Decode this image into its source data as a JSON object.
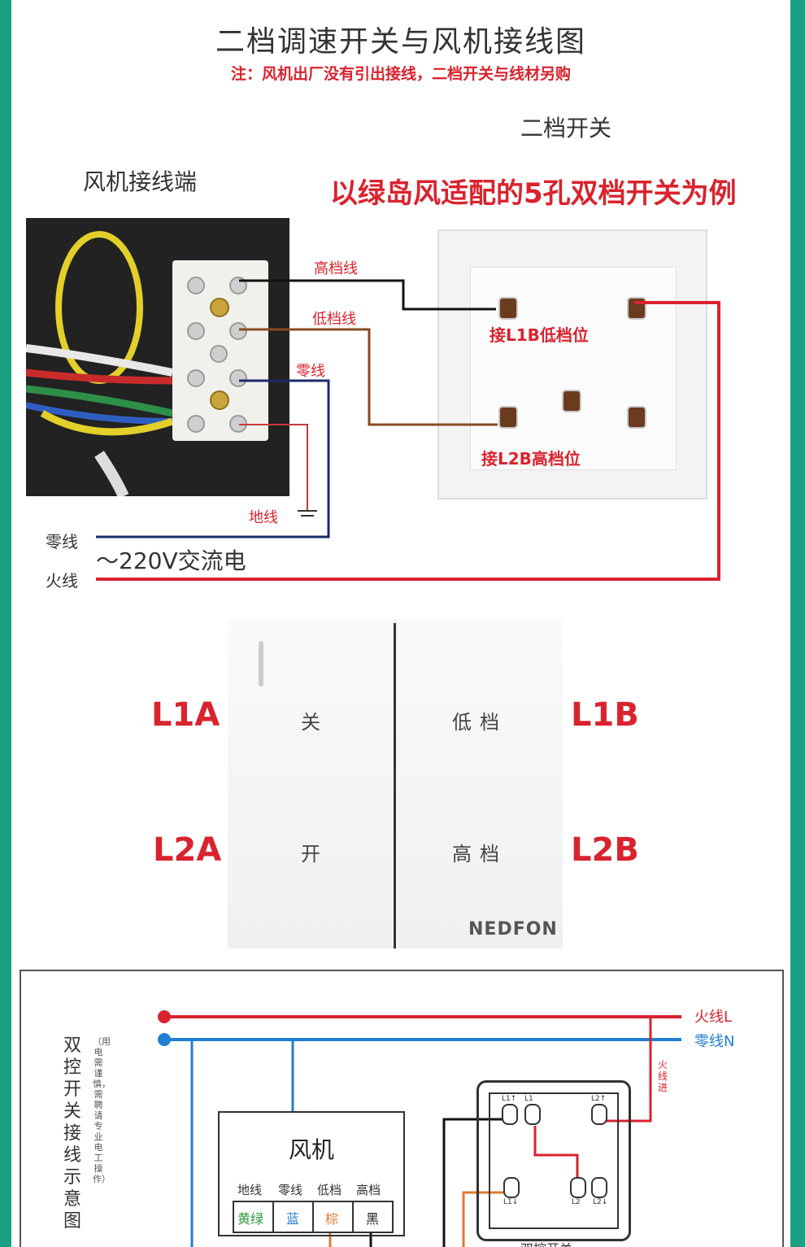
{
  "title": "二档调速开关与风机接线图",
  "note": "注：风机出厂没有引出接线，二档开关与线材另购",
  "labels": {
    "switch": "二档开关",
    "fan_terminal": "风机接线端",
    "example": "以绿岛风适配的5孔双档开关为例",
    "high_wire": "高档线",
    "low_wire": "低档线",
    "neutral_wire": "零线",
    "ground_wire": "地线",
    "neutral": "零线",
    "live": "火线",
    "ac": "～220V交流电",
    "l1b_low": "接L1B低档位",
    "l2b_high": "接L2B高档位"
  },
  "switch_panel": {
    "l1a": "L1A",
    "l2a": "L2A",
    "l1b": "L1B",
    "l2b": "L2B",
    "off": "关",
    "on": "开",
    "low": "低档",
    "high": "高档",
    "brand": "NEDFON"
  },
  "diagram": {
    "side_title": "双控开关接线示意图",
    "side_note": "（用电需谨慎，需聘请专业电工操作）",
    "live_line": "火线L",
    "neutral_line": "零线N",
    "live_in": "火线进",
    "fan_title": "风机",
    "fan_terms": [
      "地线",
      "零线",
      "低档",
      "高档"
    ],
    "wire_colors": [
      "黄绿",
      "蓝",
      "棕",
      "黑"
    ],
    "switch_terms": [
      "L1↑",
      "L1",
      "L2↑",
      "L1↓",
      "L2",
      "L2↓"
    ],
    "switch_caption": "双控开关",
    "colors": {
      "live": "#d9232e",
      "neutral": "#1f7fd0",
      "brown": "#e07a2e"
    }
  }
}
